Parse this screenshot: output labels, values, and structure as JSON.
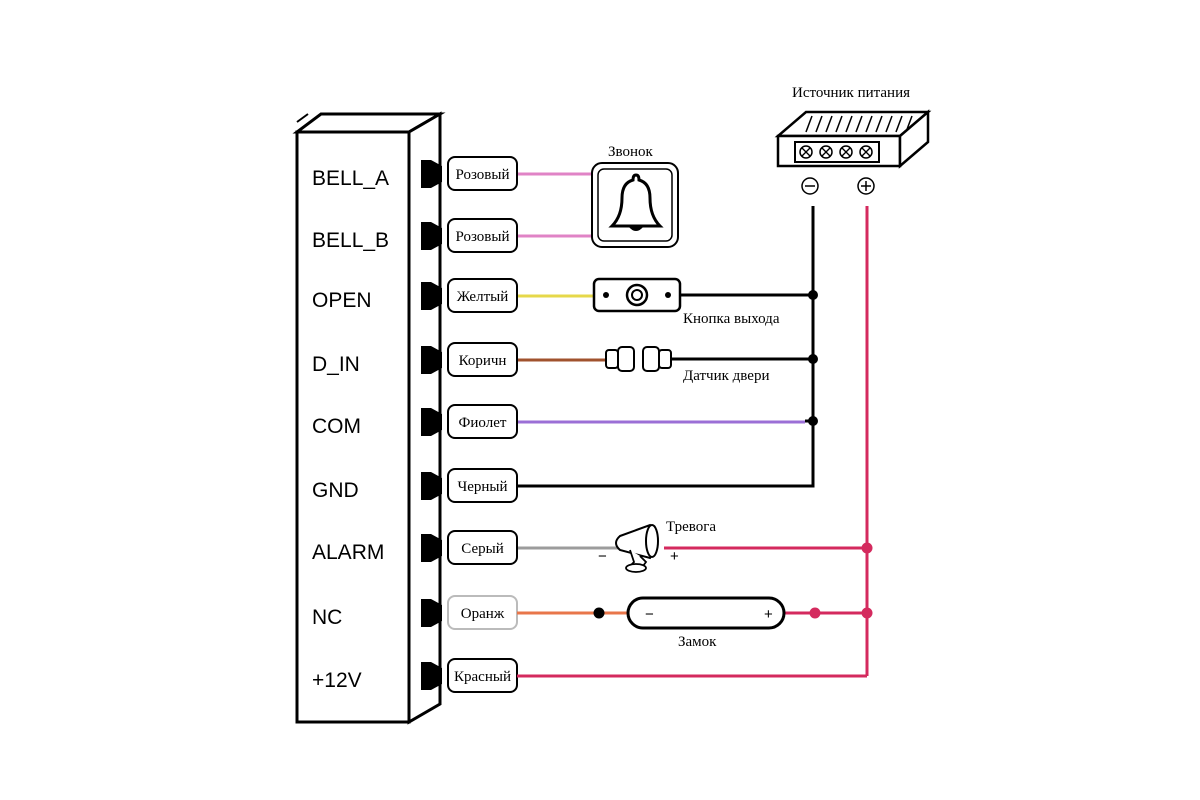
{
  "terminals": [
    {
      "label": "BELL_A",
      "wire": "Розовый",
      "color": "#e083c6"
    },
    {
      "label": "BELL_B",
      "wire": "Розовый",
      "color": "#e083c6"
    },
    {
      "label": "OPEN",
      "wire": "Желтый",
      "color": "#e6d84a"
    },
    {
      "label": "D_IN",
      "wire": "Коричн",
      "color": "#a0522d"
    },
    {
      "label": "COM",
      "wire": "Фиолет",
      "color": "#9b6fd6"
    },
    {
      "label": "GND",
      "wire": "Черный",
      "color": "#000000"
    },
    {
      "label": "ALARM",
      "wire": "Серый",
      "color": "#9c9c9c"
    },
    {
      "label": "NC",
      "wire": "Оранж",
      "color": "#e8764a"
    },
    {
      "label": "+12V",
      "wire": "Красный",
      "color": "#d42a5e"
    }
  ],
  "devices": {
    "power_supply": "Источник питания",
    "bell": "Звонок",
    "exit_button": "Кнопка выхода",
    "door_sensor": "Датчик двери",
    "siren": "Тревога",
    "lock": "Замок"
  },
  "signs": {
    "minus": "−",
    "plus": "+"
  },
  "colors": {
    "positive": "#d42a5e",
    "negative": "#000000"
  }
}
